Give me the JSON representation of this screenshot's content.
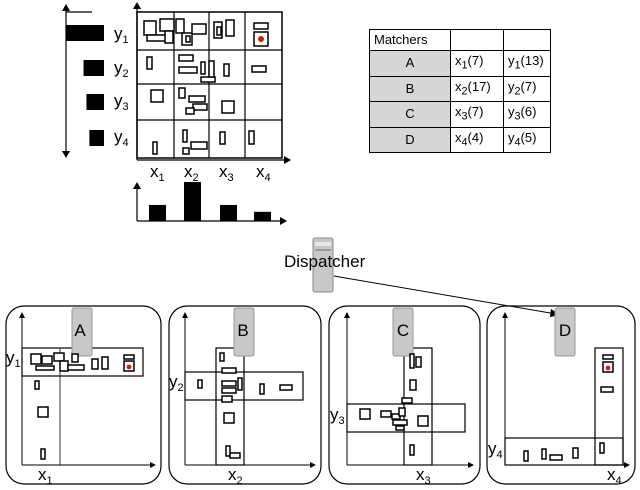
{
  "grid": {
    "row_labels": [
      "y",
      "y",
      "y",
      "y"
    ],
    "row_subs": [
      "1",
      "2",
      "3",
      "4"
    ],
    "col_labels": [
      "x",
      "x",
      "x",
      "x"
    ],
    "col_subs": [
      "1",
      "2",
      "3",
      "4"
    ]
  },
  "chart_data": [
    {
      "type": "bar",
      "orientation": "horizontal",
      "categories": [
        "y1",
        "y2",
        "y3",
        "y4"
      ],
      "values": [
        13,
        7,
        6,
        5
      ]
    },
    {
      "type": "bar",
      "orientation": "vertical",
      "categories": [
        "x1",
        "x2",
        "x3",
        "x4"
      ],
      "values": [
        7,
        17,
        7,
        4
      ]
    }
  ],
  "table": {
    "header": [
      "Matchers",
      "",
      ""
    ],
    "rows": [
      {
        "matcher": "A",
        "x": "x",
        "x_sub": "1",
        "x_count": "(7)",
        "y": "y",
        "y_sub": "1",
        "y_count": "(13)"
      },
      {
        "matcher": "B",
        "x": "x",
        "x_sub": "2",
        "x_count": "(17)",
        "y": "y",
        "y_sub": "2",
        "y_count": "(7)"
      },
      {
        "matcher": "C",
        "x": "x",
        "x_sub": "3",
        "x_count": "(7)",
        "y": "y",
        "y_sub": "3",
        "y_count": "(6)"
      },
      {
        "matcher": "D",
        "x": "x",
        "x_sub": "4",
        "x_count": "(4)",
        "y": "y",
        "y_sub": "4",
        "y_count": "(5)"
      }
    ]
  },
  "dispatcher": {
    "label": "Dispatcher",
    "icon": "server-icon"
  },
  "panels": [
    {
      "name": "A",
      "x_label": "x",
      "x_sub": "1",
      "y_label": "y",
      "y_sub": "1"
    },
    {
      "name": "B",
      "x_label": "x",
      "x_sub": "2",
      "y_label": "y",
      "y_sub": "2"
    },
    {
      "name": "C",
      "x_label": "x",
      "x_sub": "3",
      "y_label": "y",
      "y_sub": "3"
    },
    {
      "name": "D",
      "x_label": "x",
      "x_sub": "4",
      "y_label": "y",
      "y_sub": "4"
    }
  ],
  "colors": {
    "bar": "#000000",
    "highlight": "#cc2200",
    "server": "#c8c8c8",
    "cell_fill": "#d6d6d6"
  }
}
